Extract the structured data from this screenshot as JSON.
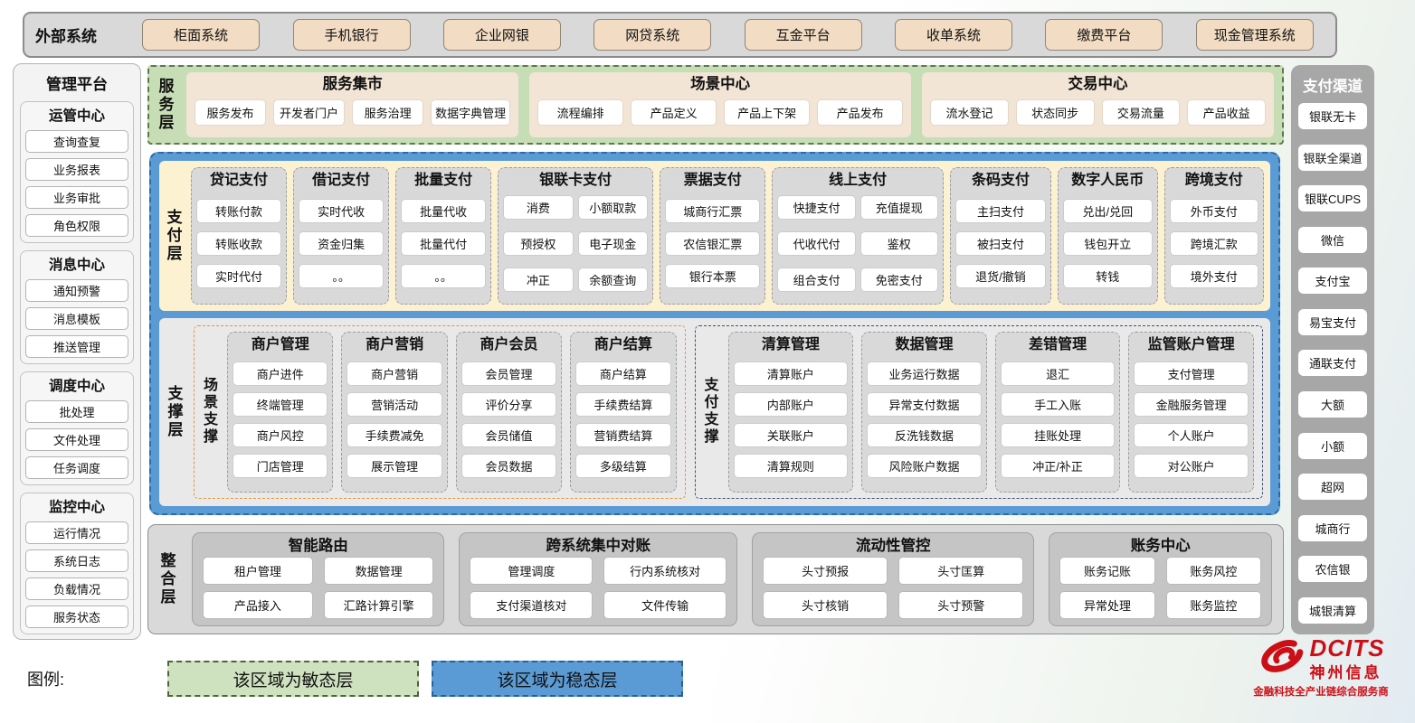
{
  "external_systems": {
    "label": "外部系统",
    "items": [
      "柜面系统",
      "手机银行",
      "企业网银",
      "网贷系统",
      "互金平台",
      "收单系统",
      "缴费平台",
      "现金管理系统"
    ]
  },
  "management_platform": {
    "title": "管理平台",
    "groups": [
      {
        "title": "运管中心",
        "items": [
          "查询查复",
          "业务报表",
          "业务审批",
          "角色权限"
        ]
      },
      {
        "title": "消息中心",
        "items": [
          "通知预警",
          "消息模板",
          "推送管理"
        ]
      },
      {
        "title": "调度中心",
        "items": [
          "批处理",
          "文件处理",
          "任务调度"
        ]
      },
      {
        "title": "监控中心",
        "items": [
          "运行情况",
          "系统日志",
          "负载情况",
          "服务状态"
        ]
      }
    ]
  },
  "service_layer": {
    "label": "服务层",
    "panels": [
      {
        "title": "服务集市",
        "items": [
          "服务发布",
          "开发者门户",
          "服务治理",
          "数据字典管理"
        ]
      },
      {
        "title": "场景中心",
        "items": [
          "流程编排",
          "产品定义",
          "产品上下架",
          "产品发布"
        ]
      },
      {
        "title": "交易中心",
        "items": [
          "流水登记",
          "状态同步",
          "交易流量",
          "产品收益"
        ]
      }
    ]
  },
  "payment_layer": {
    "label": "支付层",
    "columns": [
      {
        "title": "贷记支付",
        "cols": 1,
        "items": [
          "转账付款",
          "转账收款",
          "实时代付"
        ]
      },
      {
        "title": "借记支付",
        "cols": 1,
        "items": [
          "实时代收",
          "资金归集",
          "。。"
        ]
      },
      {
        "title": "批量支付",
        "cols": 1,
        "items": [
          "批量代收",
          "批量代付",
          "。。"
        ]
      },
      {
        "title": "银联卡支付",
        "cols": 2,
        "items": [
          "消费",
          "小额取款",
          "预授权",
          "电子现金",
          "冲正",
          "余额查询"
        ]
      },
      {
        "title": "票据支付",
        "cols": 1,
        "items": [
          "城商行汇票",
          "农信银汇票",
          "银行本票"
        ]
      },
      {
        "title": "线上支付",
        "cols": 2,
        "items": [
          "快捷支付",
          "充值提现",
          "代收代付",
          "鉴权",
          "组合支付",
          "免密支付"
        ]
      },
      {
        "title": "条码支付",
        "cols": 1,
        "items": [
          "主扫支付",
          "被扫支付",
          "退货/撤销"
        ]
      },
      {
        "title": "数字人民币",
        "cols": 1,
        "items": [
          "兑出/兑回",
          "钱包开立",
          "转钱"
        ]
      },
      {
        "title": "跨境支付",
        "cols": 1,
        "items": [
          "外币支付",
          "跨境汇款",
          "境外支付"
        ]
      }
    ]
  },
  "support_layer": {
    "label": "支撑层",
    "groups": [
      {
        "label": "场景支撑",
        "accent": "orange",
        "columns": [
          {
            "title": "商户管理",
            "items": [
              "商户进件",
              "终端管理",
              "商户风控",
              "门店管理"
            ]
          },
          {
            "title": "商户营销",
            "items": [
              "商户营销",
              "营销活动",
              "手续费减免",
              "展示管理"
            ]
          },
          {
            "title": "商户会员",
            "items": [
              "会员管理",
              "评价分享",
              "会员储值",
              "会员数据"
            ]
          },
          {
            "title": "商户结算",
            "items": [
              "商户结算",
              "手续费结算",
              "营销费结算",
              "多级结算"
            ]
          }
        ]
      },
      {
        "label": "支付支撑",
        "accent": "navy",
        "columns": [
          {
            "title": "清算管理",
            "items": [
              "清算账户",
              "内部账户",
              "关联账户",
              "清算规则"
            ]
          },
          {
            "title": "数据管理",
            "items": [
              "业务运行数据",
              "异常支付数据",
              "反洗钱数据",
              "风险账户数据"
            ]
          },
          {
            "title": "差错管理",
            "items": [
              "退汇",
              "手工入账",
              "挂账处理",
              "冲正/补正"
            ]
          },
          {
            "title": "监管账户管理",
            "items": [
              "支付管理",
              "金融服务管理",
              "个人账户",
              "对公账户"
            ]
          }
        ]
      }
    ]
  },
  "integration_layer": {
    "label": "整合层",
    "panels": [
      {
        "title": "智能路由",
        "items": [
          "租户管理",
          "数据管理",
          "产品接入",
          "汇路计算引擎"
        ]
      },
      {
        "title": "跨系统集中对账",
        "items": [
          "管理调度",
          "行内系统核对",
          "支付渠道核对",
          "文件传输"
        ]
      },
      {
        "title": "流动性管控",
        "items": [
          "头寸预报",
          "头寸匡算",
          "头寸核销",
          "头寸预警"
        ]
      },
      {
        "title": "账务中心",
        "items": [
          "账务记账",
          "账务风控",
          "异常处理",
          "账务监控"
        ]
      }
    ]
  },
  "payment_channels": {
    "title": "支付渠道",
    "items": [
      "银联无卡",
      "银联全渠道",
      "银联CUPS",
      "微信",
      "支付宝",
      "易宝支付",
      "通联支付",
      "大额",
      "小额",
      "超网",
      "城商行",
      "农信银",
      "城银清算"
    ]
  },
  "legend": {
    "label": "图例:",
    "items": [
      {
        "text": "该区域为敏态层",
        "type": "agile"
      },
      {
        "text": "该区域为稳态层",
        "type": "stable"
      }
    ]
  },
  "brand": {
    "name": "DCITS",
    "cn": "神州信息",
    "tagline": "金融科技全产业链综合服务商",
    "color": "#cc0f16"
  },
  "colors": {
    "stable_blue": "#5b9bd5",
    "agile_green": "#c7ddb5",
    "payment_cream": "#fcf1d1",
    "external_tan": "#f2dcc3",
    "panel_gray": "#d9d9d9",
    "channel_gray": "#a7a7a7",
    "scene_accent": "#dc9a43",
    "pay_support_accent": "#3d5472",
    "brand_red": "#cc0f16"
  }
}
